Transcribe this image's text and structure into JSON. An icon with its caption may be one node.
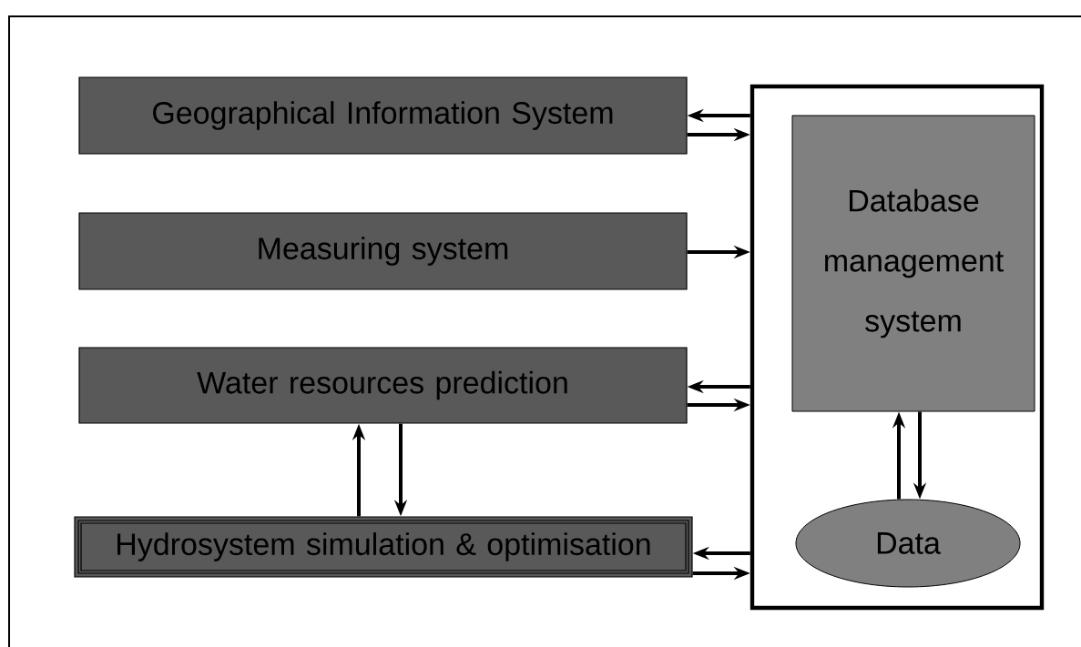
{
  "diagram": {
    "nodes": [
      {
        "text": [
          "Geographical Information System"
        ]
      },
      {
        "text": [
          "Measuring system"
        ]
      },
      {
        "text": [
          "Water resources prediction"
        ]
      },
      {
        "text": [
          "Hydrosystem simulation & optimisation"
        ]
      },
      {
        "text": [],
        "shape": "box"
      },
      {
        "text": [
          "Database management system"
        ],
        "in": 4
      },
      {
        "text": [
          "Data"
        ],
        "in": 4
      }
    ],
    "edges": [
      {
        "from": 4,
        "to": 0,
        "arrow": "to"
      },
      {
        "from": 0,
        "to": 4,
        "arrow": "to"
      },
      {
        "from": 1,
        "to": 4,
        "arrow": "to"
      },
      {
        "from": 4,
        "to": 2,
        "arrow": "to"
      },
      {
        "from": 2,
        "to": 4,
        "arrow": "to"
      },
      {
        "from": 3,
        "to": 2,
        "arrow": "to"
      },
      {
        "from": 2,
        "to": 3,
        "arrow": "to"
      },
      {
        "from": 4,
        "to": 3,
        "arrow": "to"
      },
      {
        "from": 3,
        "to": 4,
        "arrow": "to"
      },
      {
        "from": 6,
        "to": 5,
        "arrow": "to"
      },
      {
        "from": 5,
        "to": 6,
        "arrow": "to"
      }
    ]
  }
}
